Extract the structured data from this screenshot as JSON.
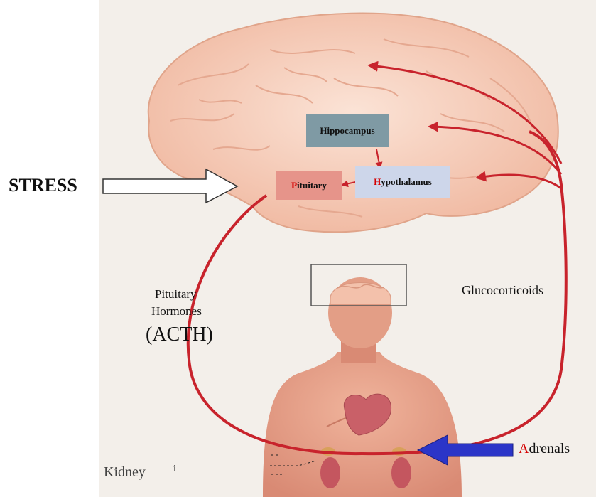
{
  "labels": {
    "stress": "STRESS",
    "hippocampus": "Hippocampus",
    "pituitary": {
      "initial": "P",
      "rest": "ituitary"
    },
    "hypothalamus": {
      "initial": "H",
      "rest": "ypothalamus"
    },
    "pituitary_hormones_line1": "Pituitary",
    "pituitary_hormones_line2": "Hormones",
    "acth": "(ACTH)",
    "glucocorticoids": "Glucocorticoids",
    "adrenals": {
      "initial": "A",
      "rest": "drenals"
    },
    "kidney": "Kidney",
    "tick": "i"
  },
  "colors": {
    "feedback_arrow": "#c8232c",
    "adrenal_pointer": "#2b35c8",
    "hippocampus_box": "#7f9aa4",
    "hypothalamus_box": "#cdd6ea",
    "pituitary_box": "#e6948a",
    "initial_letter": "#d40000",
    "brain": "#f5c9b4"
  }
}
